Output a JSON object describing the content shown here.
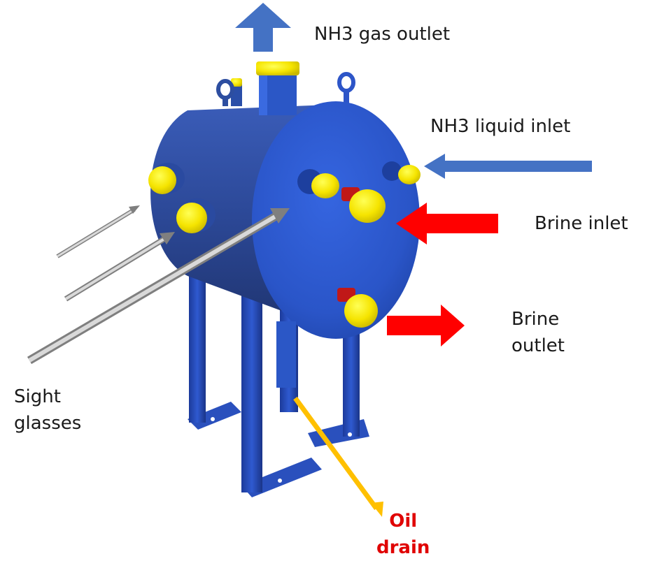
{
  "labels": {
    "gas_outlet": "NH3 gas outlet",
    "liquid_inlet": "NH3 liquid inlet",
    "brine_inlet": "Brine inlet",
    "brine_outlet_line1": "Brine",
    "brine_outlet_line2": "outlet",
    "sight_line1": "Sight",
    "sight_line2": "glasses",
    "oil_line1": "Oil",
    "oil_line2": "drain"
  },
  "colors": {
    "vessel_blue": "#2b57c6",
    "vessel_shell_dark": "#2f4fa0",
    "cap_yellow": "#f5e400",
    "arrow_blue": "#4472c4",
    "arrow_red": "#ff0000",
    "arrow_gray": "#a6a6a6",
    "arrow_orange": "#ffc000",
    "oil_text": "#e00000"
  }
}
